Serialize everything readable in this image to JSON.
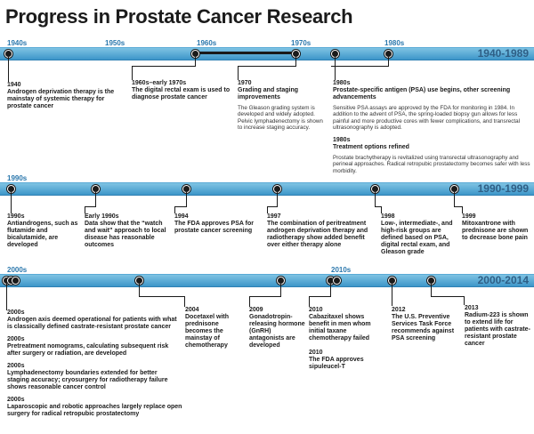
{
  "title": "Progress in Prostate Cancer Research",
  "eras": [
    "1940-1989",
    "1990-1999",
    "2000-2014"
  ],
  "decades1": [
    "1940s",
    "1950s",
    "1960s",
    "1970s",
    "1980s"
  ],
  "decades2": [
    "1990s"
  ],
  "decades3": [
    "2000s",
    "2010s"
  ],
  "events1": [
    {
      "year": "1940",
      "text": "Androgen deprivation therapy is the mainstay of systemic therapy for prostate cancer"
    },
    {
      "year": "1960s–early 1970s",
      "text": "The digital rectal exam is used to diagnose prostate cancer"
    },
    {
      "year": "1970",
      "text": "Grading and staging improvements",
      "detail": "The Gleason grading system is developed and widely adopted. Pelvic lymphadenectomy is shown to increase staging accuracy."
    },
    {
      "year": "1980s",
      "text": "Prostate-specific antigen (PSA) use begins, other screening advancements",
      "detail": "Sensitive PSA assays are approved by the FDA for monitoring in 1984. In addition to the advent of PSA, the spring-loaded biopsy gun allows for less painful and more productive cores with fewer complications, and transrectal ultrasonography is adopted."
    },
    {
      "year": "1980s",
      "text": "Treatment options refined",
      "detail": "Prostate brachytherapy is revitalized using transrectal ultrasonography and perineal approaches. Radical retropubic prostatectomy becomes safer with less morbidity."
    }
  ],
  "events2": [
    {
      "year": "1990s",
      "text": "Antiandrogens, such as flutamide and bicalutamide, are developed"
    },
    {
      "year": "Early 1990s",
      "text": "Data show that the “watch and wait” approach to local disease has reasonable outcomes"
    },
    {
      "year": "1994",
      "text": "The FDA approves PSA for prostate cancer screening"
    },
    {
      "year": "1997",
      "text": "The combination of peritreatment androgen deprivation therapy and radiotherapy show added benefit over either therapy alone"
    },
    {
      "year": "1998",
      "text": "Low-, intermediate-, and high-risk groups are defined based on PSA, digital rectal exam, and Gleason grade"
    },
    {
      "year": "1999",
      "text": "Mitoxantrone with prednisone are shown to decrease bone pain"
    }
  ],
  "events3": [
    {
      "year": "2000s",
      "text": "Androgen axis deemed operational for patients with what is classically defined castrate-resistant prostate cancer"
    },
    {
      "year": "2000s",
      "text": "Pretreatment nomograms, calculating subsequent risk after surgery or radiation, are developed"
    },
    {
      "year": "2000s",
      "text": "Lymphadenectomy boundaries extended for better staging accuracy; cryosurgery for radiotherapy failure shows reasonable cancer control"
    },
    {
      "year": "2000s",
      "text": "Laparoscopic and robotic approaches largely replace open surgery for radical retropubic prostatectomy"
    },
    {
      "year": "2004",
      "text": "Docetaxel with prednisone becomes the mainstay of chemotherapy"
    },
    {
      "year": "2009",
      "text": "Gonadotropin-releasing hormone (GnRH) antagonists are developed"
    },
    {
      "year": "2010",
      "text": "Cabazitaxel shows benefit in men whom initial taxane chemotherapy failed"
    },
    {
      "year": "2010",
      "text": "The FDA approves sipuleucel-T"
    },
    {
      "year": "2012",
      "text": "The U.S. Preventive Services Task Force recommends against PSA screening"
    },
    {
      "year": "2013",
      "text": "Radium-223 is shown to extend life for patients with castrate-resistant prostate cancer"
    }
  ]
}
